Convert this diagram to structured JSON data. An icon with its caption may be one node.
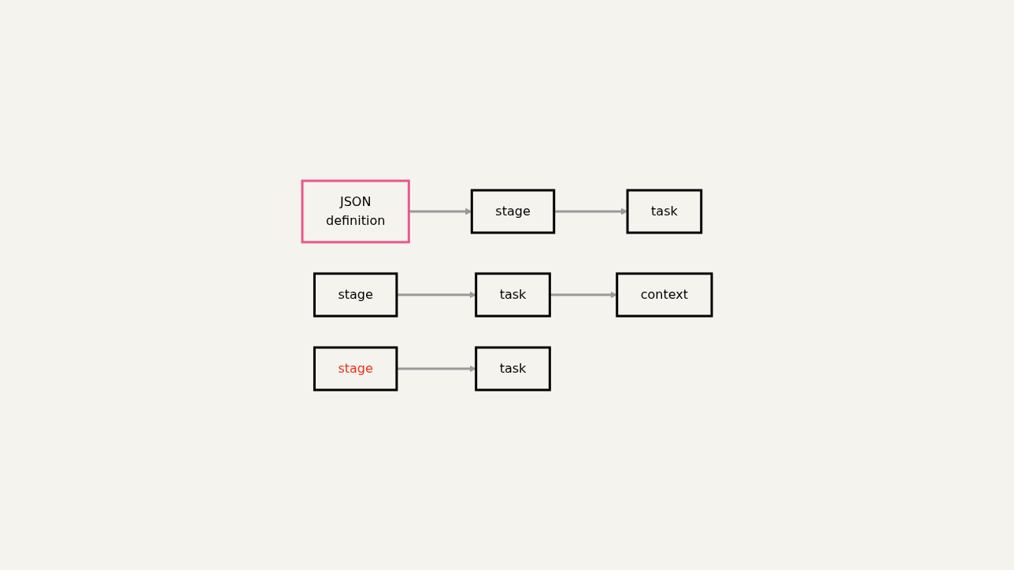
{
  "diagram": {
    "nodes": [
      {
        "text": [
          "JSON",
          "definition"
        ]
      },
      {
        "text": [
          "stage"
        ]
      },
      {
        "text": [
          "task"
        ]
      },
      {
        "text": [
          "context"
        ]
      },
      {
        "text": [
          "stage"
        ]
      },
      {
        "text": [
          "task"
        ]
      },
      {
        "text": [
          "stage"
        ]
      },
      {
        "text": [
          "task"
        ]
      }
    ],
    "edges": [
      {
        "from": 1,
        "to": 2,
        "arrow": "to"
      },
      {
        "from": 2,
        "to": 3,
        "arrow": "to"
      },
      {
        "from": 0,
        "to": 4,
        "arrow": "to"
      },
      {
        "from": 4,
        "to": 5,
        "arrow": "to"
      },
      {
        "from": 6,
        "to": 7,
        "arrow": "to"
      }
    ]
  }
}
